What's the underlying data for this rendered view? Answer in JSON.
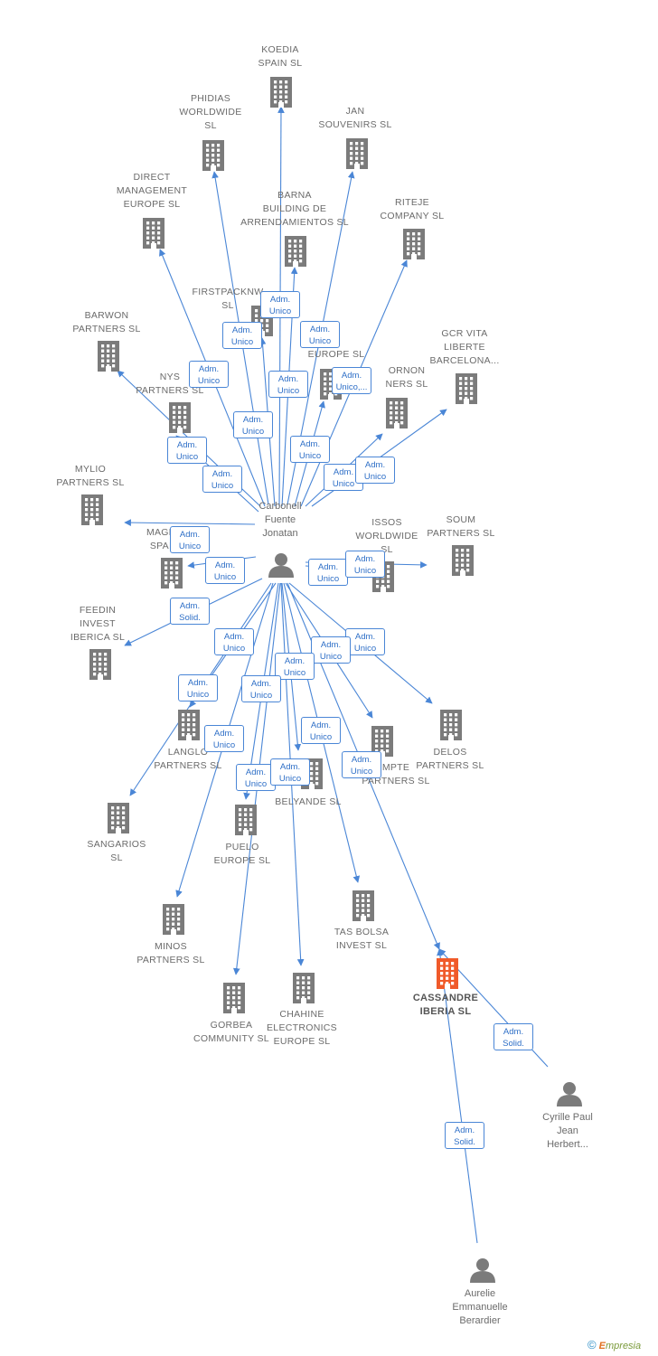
{
  "colors": {
    "edge": "#4a86d6",
    "building": "#7b7b7b",
    "building_main": "#f05a2a",
    "person": "#7b7b7b"
  },
  "icons": {
    "company": "building-icon",
    "person": "person-icon"
  },
  "center_person": "Carbonell Fuente Jonatan",
  "companies": [
    {
      "id": "koedia",
      "lines": [
        "KOEDIA",
        "SPAIN  SL"
      ]
    },
    {
      "id": "phidias",
      "lines": [
        "PHIDIAS",
        "WORLDWIDE",
        "SL"
      ]
    },
    {
      "id": "jan",
      "lines": [
        "JAN",
        "SOUVENIRS  SL"
      ]
    },
    {
      "id": "direct",
      "lines": [
        "DIRECT",
        "MANAGEMENT",
        "EUROPE SL"
      ]
    },
    {
      "id": "barna",
      "lines": [
        "BARNA",
        "BUILDING DE",
        "ARRENDAMIENTOS SL"
      ]
    },
    {
      "id": "riteje",
      "lines": [
        "RITEJE",
        "COMPANY SL"
      ]
    },
    {
      "id": "firstpack",
      "lines": [
        "FIRSTPACKNW",
        "SL"
      ]
    },
    {
      "id": "barwon",
      "lines": [
        "BARWON",
        "PARTNERS  SL"
      ]
    },
    {
      "id": "nys",
      "lines": [
        "NYS",
        "PARTNERS  SL"
      ]
    },
    {
      "id": "ineurope",
      "lines": [
        "N",
        "EUROPE  SL"
      ]
    },
    {
      "id": "ornon",
      "lines": [
        "ORNON",
        "NERS  SL"
      ]
    },
    {
      "id": "gcr",
      "lines": [
        "GCR VITA",
        "LIBERTE",
        "BARCELONA..."
      ]
    },
    {
      "id": "mylio",
      "lines": [
        "MYLIO",
        "PARTNERS  SL"
      ]
    },
    {
      "id": "mage",
      "lines": [
        "MAGE",
        "SPAI"
      ]
    },
    {
      "id": "issos",
      "lines": [
        "ISSOS",
        "WORLDWIDE",
        "SL"
      ]
    },
    {
      "id": "soum",
      "lines": [
        "SOUM",
        "PARTNERS  SL"
      ]
    },
    {
      "id": "feedin",
      "lines": [
        "FEEDIN",
        "INVEST",
        "IBERICA SL"
      ]
    },
    {
      "id": "langlo",
      "lines": [
        "LANGLO",
        "PARTNERS  SL"
      ]
    },
    {
      "id": "delos",
      "lines": [
        "DELOS",
        "PARTNERS  SL"
      ]
    },
    {
      "id": "compte",
      "lines": [
        "MPTE",
        "PARTNERS SL"
      ]
    },
    {
      "id": "belyande",
      "lines": [
        "BELYANDE  SL"
      ]
    },
    {
      "id": "sangarios",
      "lines": [
        "SANGARIOS",
        "SL"
      ]
    },
    {
      "id": "puelo",
      "lines": [
        "PUELO",
        "EUROPE  SL"
      ]
    },
    {
      "id": "tasbolsa",
      "lines": [
        "TAS BOLSA",
        "INVEST SL"
      ]
    },
    {
      "id": "minos",
      "lines": [
        "MINOS",
        "PARTNERS  SL"
      ]
    },
    {
      "id": "gorbea",
      "lines": [
        "GORBEA",
        "COMMUNITY  SL"
      ]
    },
    {
      "id": "chahine",
      "lines": [
        "CHAHINE",
        "ELECTRONICS",
        "EUROPE  SL"
      ]
    },
    {
      "id": "cassandre",
      "lines": [
        "CASSANDRE",
        "IBERIA  SL"
      ],
      "main": true
    }
  ],
  "persons": [
    {
      "id": "cyrille",
      "lines": [
        "Cyrille Paul",
        "Jean",
        "Herbert..."
      ]
    },
    {
      "id": "aurelie",
      "lines": [
        "Aurelie",
        "Emmanuelle",
        "Berardier"
      ]
    }
  ],
  "relations": [
    {
      "to": "koedia",
      "role": [
        "Adm.",
        "Unico"
      ]
    },
    {
      "to": "phidias",
      "role": [
        "Adm.",
        "Unico"
      ]
    },
    {
      "to": "jan",
      "role": [
        "Adm.",
        "Unico"
      ]
    },
    {
      "to": "direct",
      "role": [
        "Adm.",
        "Unico"
      ]
    },
    {
      "to": "barna",
      "role": [
        "Adm.",
        "Unico"
      ]
    },
    {
      "to": "riteje",
      "role": [
        "Adm.",
        "Unico,..."
      ]
    },
    {
      "to": "firstpack",
      "role": [
        "Adm.",
        "Unico"
      ]
    },
    {
      "to": "barwon",
      "role": [
        "Adm.",
        "Unico"
      ]
    },
    {
      "to": "nys",
      "role": [
        "Adm.",
        "Unico"
      ]
    },
    {
      "to": "ineurope",
      "role": [
        "Adm.",
        "Unico"
      ]
    },
    {
      "to": "ornon",
      "role": [
        "Adm.",
        "Unico"
      ]
    },
    {
      "to": "gcr",
      "role": [
        "Adm.",
        "Unico"
      ]
    },
    {
      "to": "mylio",
      "role": [
        "Adm.",
        "Unico"
      ]
    },
    {
      "to": "mage",
      "role": [
        "Adm.",
        "Unico"
      ]
    },
    {
      "to": "issos",
      "role": [
        "Adm.",
        "Unico"
      ]
    },
    {
      "to": "soum",
      "role": [
        "Adm.",
        "Unico"
      ]
    },
    {
      "to": "feedin",
      "role": [
        "Adm.",
        "Solid."
      ]
    },
    {
      "to": "langlo",
      "role": [
        "Adm.",
        "Unico"
      ]
    },
    {
      "to": "delos",
      "role": [
        "Adm.",
        "Unico"
      ]
    },
    {
      "to": "compte",
      "role": [
        "Adm.",
        "Unico"
      ]
    },
    {
      "to": "belyande",
      "role": [
        "Adm.",
        "Unico"
      ]
    },
    {
      "to": "sangarios",
      "role": [
        "Adm.",
        "Unico"
      ]
    },
    {
      "to": "puelo",
      "role": [
        "Adm.",
        "Unico"
      ]
    },
    {
      "to": "tasbolsa",
      "role": [
        "Adm.",
        "Unico"
      ]
    },
    {
      "to": "minos",
      "role": [
        "Adm.",
        "Unico"
      ]
    },
    {
      "to": "gorbea",
      "role": [
        "Adm.",
        "Unico"
      ]
    },
    {
      "to": "chahine",
      "role": [
        "Adm.",
        "Unico"
      ]
    },
    {
      "to": "cassandre",
      "role": [
        "Adm.",
        "Unico"
      ]
    },
    {
      "from": "cyrille",
      "to": "cassandre",
      "role": [
        "Adm.",
        "Solid."
      ]
    },
    {
      "from": "aurelie",
      "to": "cassandre",
      "role": [
        "Adm.",
        "Solid."
      ]
    }
  ],
  "footer": {
    "copyright": "©",
    "brand_first": "E",
    "brand_rest": "mpresia"
  }
}
